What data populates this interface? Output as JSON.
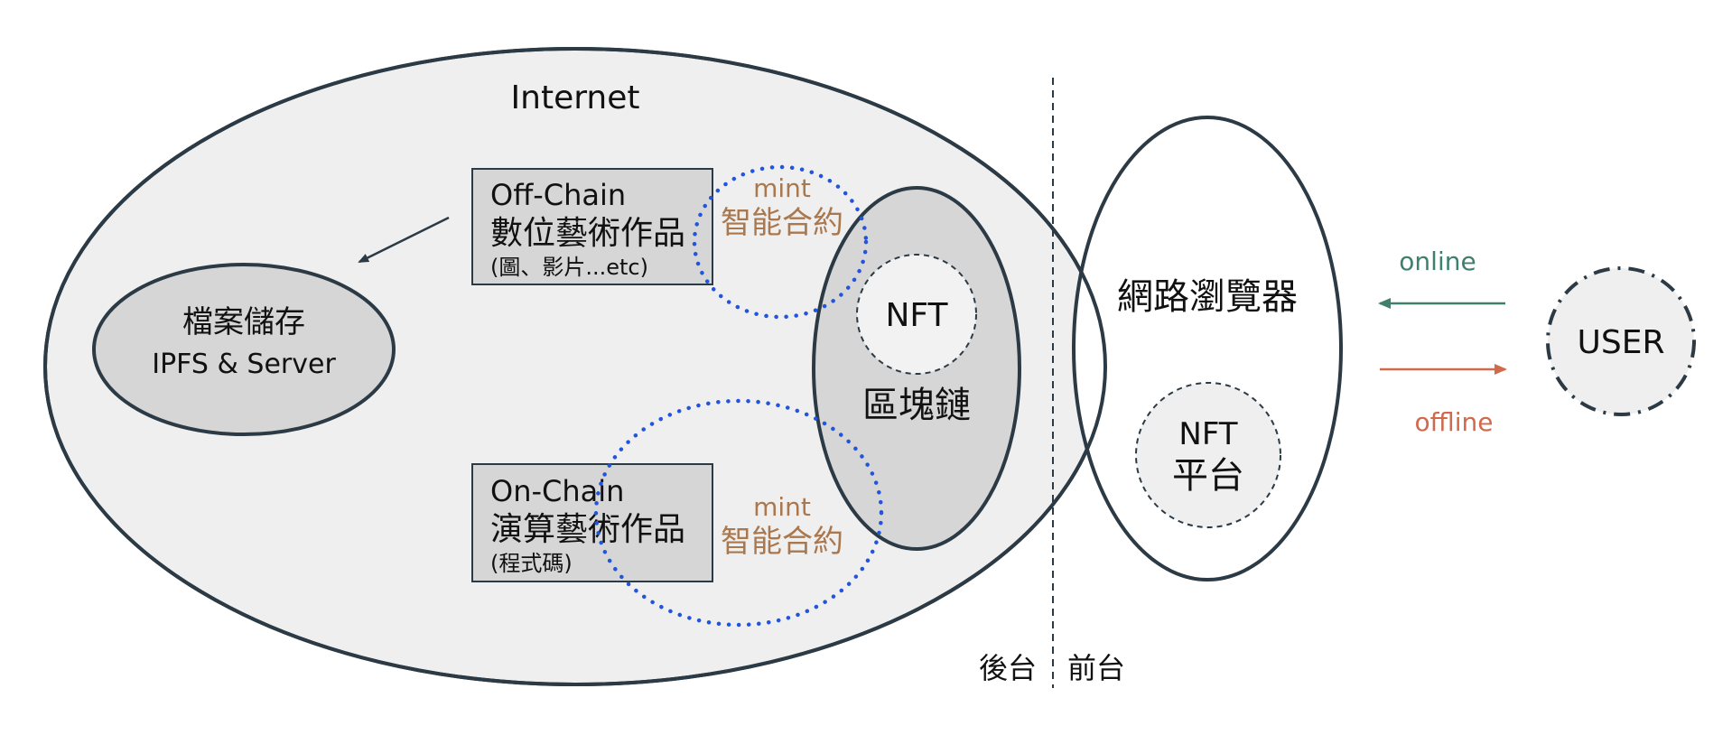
{
  "internet": {
    "label": "Internet"
  },
  "storage": {
    "line1": "檔案儲存",
    "line2": "IPFS & Server"
  },
  "off_chain": {
    "line1": "Off-Chain",
    "line2": "數位藝術作品",
    "line3": "(圖、影片...etc)"
  },
  "on_chain": {
    "line1": "On-Chain",
    "line2": "演算藝術作品",
    "line3": "(程式碼)"
  },
  "contract_top": {
    "line1": "mint",
    "line2": "智能合約"
  },
  "contract_bottom": {
    "line1": "mint",
    "line2": "智能合約"
  },
  "blockchain": {
    "nft": "NFT",
    "label": "區塊鏈"
  },
  "browser": {
    "label": "網路瀏覽器",
    "nft": "NFT",
    "platform": "平台"
  },
  "divider": {
    "back": "後台",
    "front": "前台"
  },
  "user": {
    "label": "USER"
  },
  "arrows": {
    "online": "online",
    "offline": "offline"
  },
  "colors": {
    "outline": "#2b3a44",
    "internet_fill": "#efefef",
    "box_fill": "#d6d6d6",
    "dotted_blue": "#2255dd",
    "contract_text": "#a9784f",
    "online": "#3f7f6e",
    "offline": "#cf6a4c"
  }
}
